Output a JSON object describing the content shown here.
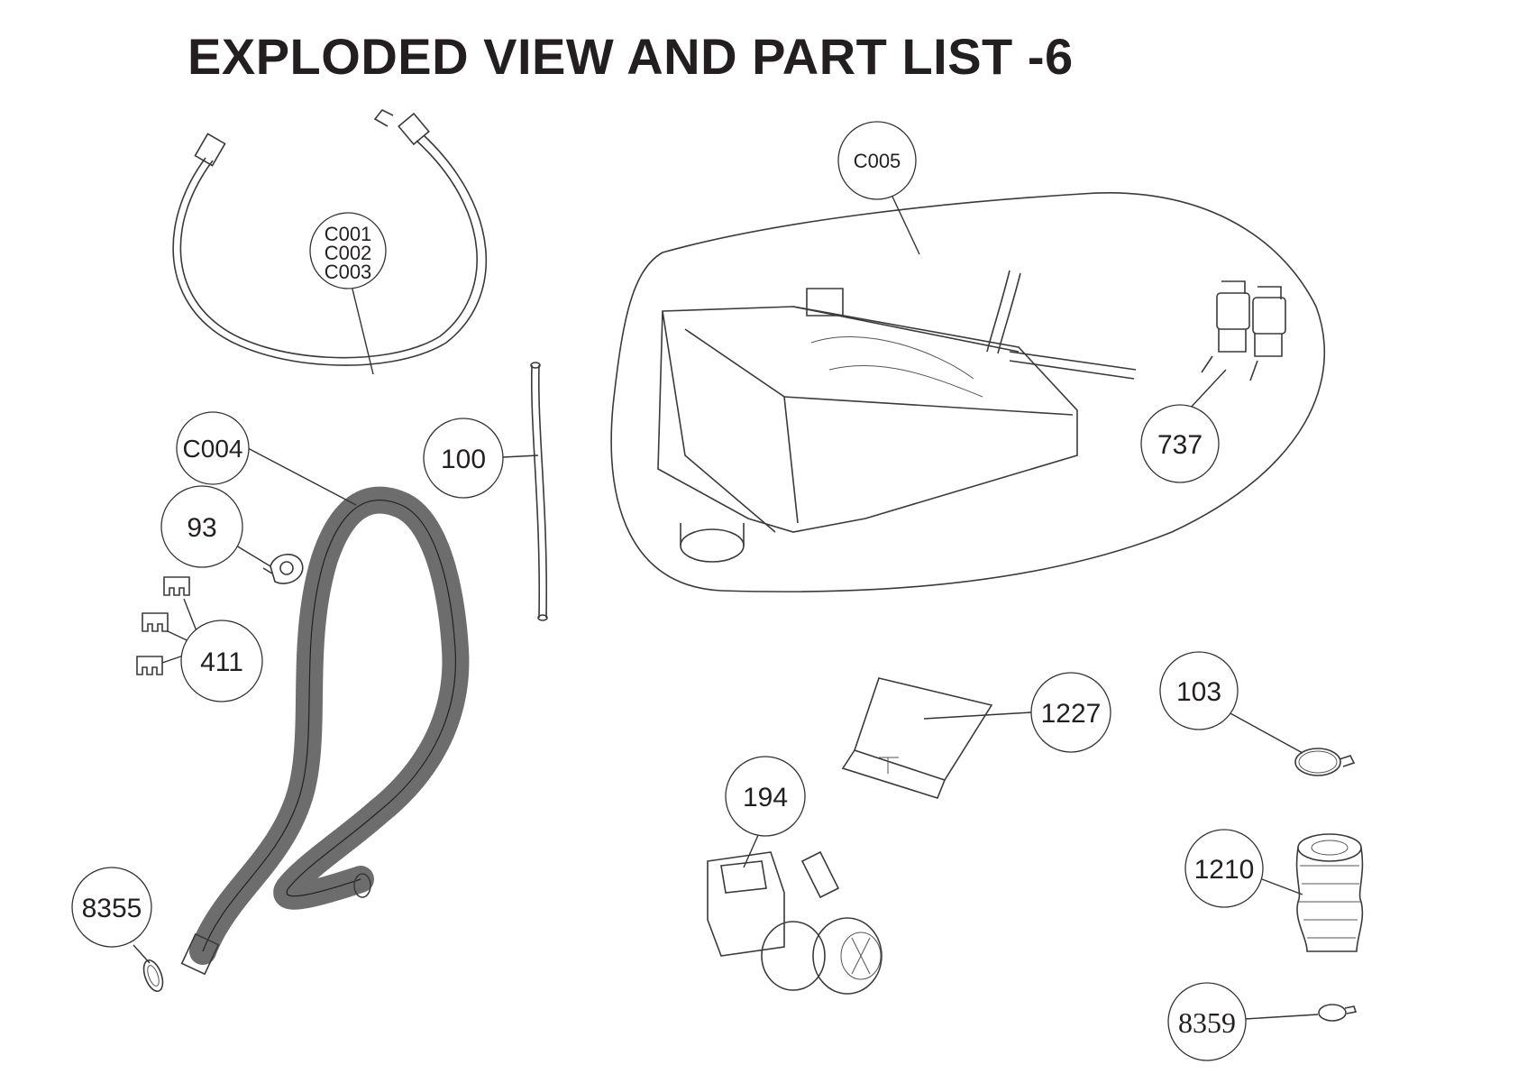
{
  "title": "EXPLODED VIEW AND PART LIST -6",
  "callouts": {
    "hose_codes": [
      "C001",
      "C002",
      "C003"
    ],
    "c004": "C004",
    "c005": "C005",
    "p93": "93",
    "p100": "100",
    "p411": "411",
    "p737": "737",
    "p103": "103",
    "p1227": "1227",
    "p194": "194",
    "p1210": "1210",
    "p8355": "8355",
    "p8359": "8359"
  }
}
